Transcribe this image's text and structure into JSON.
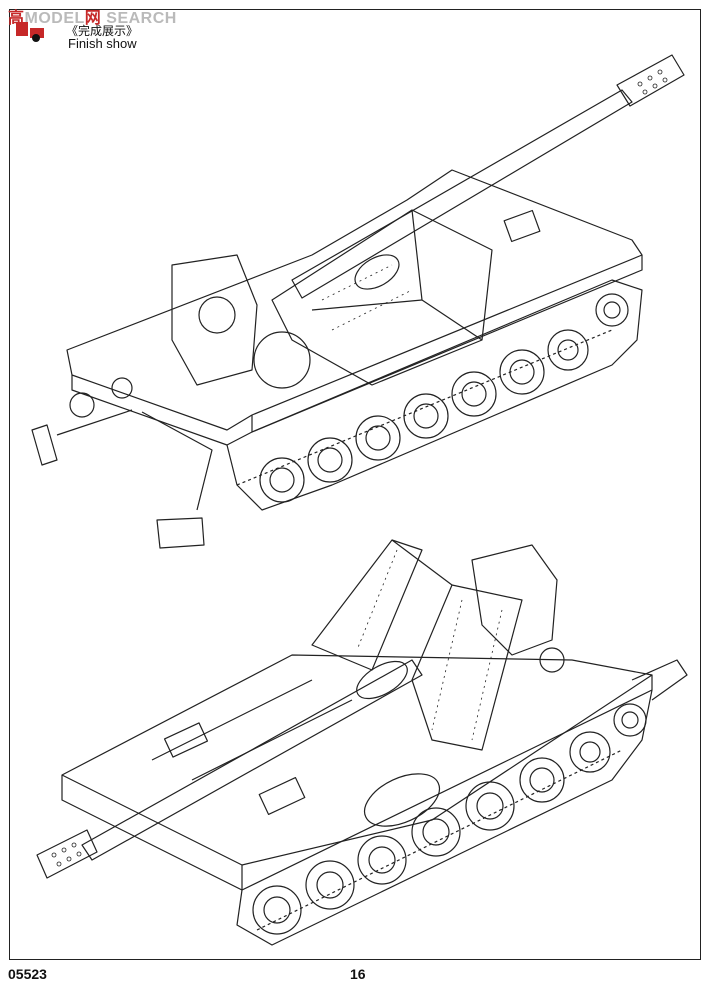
{
  "header": {
    "brand_red": "高",
    "brand_red2": "网",
    "brand_ghost": "SEARCH",
    "title_cn": "《完成展示》",
    "title_en": "Finish show"
  },
  "footer": {
    "product_code": "05523",
    "page_number": "16"
  },
  "colors": {
    "line": "#222222",
    "accent_red": "#c62828"
  },
  "illustrations": [
    {
      "name": "top-view",
      "icon": "self-propelled-gun-rear-view-icon"
    },
    {
      "name": "bottom-view",
      "icon": "self-propelled-gun-front-view-icon"
    }
  ]
}
